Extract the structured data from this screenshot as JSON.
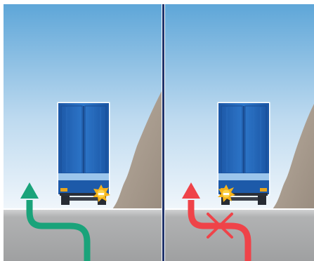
{
  "scene": {
    "description_panels": [
      "allowed",
      "prohibited"
    ],
    "panels": [
      {
        "id": "left",
        "outcome": "allowed",
        "arrow_color": "#1aa37a",
        "blinker_side": "right",
        "cross_mark": false
      },
      {
        "id": "right",
        "outcome": "prohibited",
        "arrow_color": "#ef4349",
        "blinker_side": "left",
        "cross_mark": true
      }
    ],
    "colors": {
      "sky_top": "#5fa7d9",
      "sky_bottom": "#eef5fb",
      "road": "#a9aaab",
      "road_top": "#c6c7c8",
      "divider": "#21336b",
      "truck_body": "#1f5fb0",
      "truck_frame": "#ffffff",
      "hill": "#aea194",
      "blinker": "#f6b41b",
      "wheel": "#262b33"
    },
    "icons": [
      "turn-arrow-icon",
      "blinker-icon",
      "cross-icon",
      "truck-rear-icon",
      "hill-icon"
    ]
  }
}
